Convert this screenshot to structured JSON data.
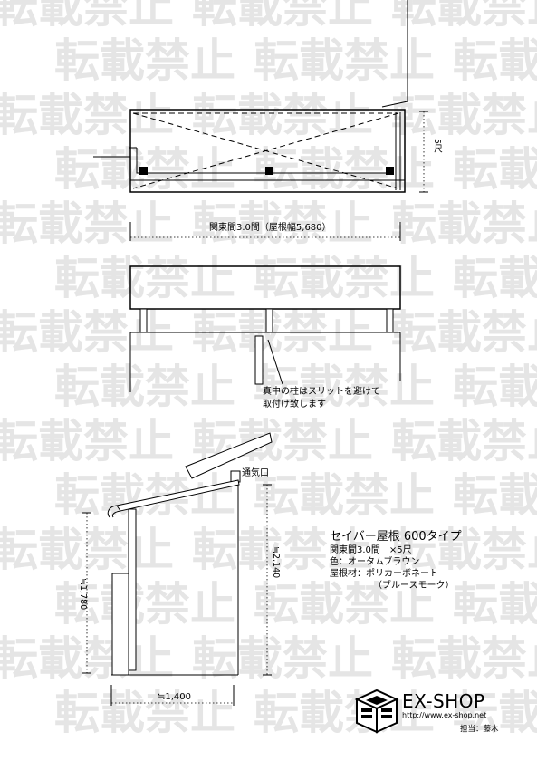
{
  "watermark": "転載禁止",
  "plan": {
    "side_dim": "5尺",
    "width_dim": "関東間3.0間（屋根幅5,680）"
  },
  "front": {
    "note_line1": "真中の柱はスリットを避けて",
    "note_line2": "取付け致します"
  },
  "side": {
    "vent_label": "通気口",
    "height_rear": "≒2,140",
    "height_front": "≒1,780",
    "depth": "≒1,400"
  },
  "spec": {
    "title": "セイバー屋根 600タイプ",
    "size": "関東間3.0間　×5尺",
    "color": "色：オータムブラウン",
    "material": "屋根材：ポリカーボネート",
    "material_sub": "（ブルースモーク）"
  },
  "logo": {
    "brand": "EX-SHOP",
    "url": "http://www.ex-shop.net",
    "person": "担当：藤木"
  }
}
